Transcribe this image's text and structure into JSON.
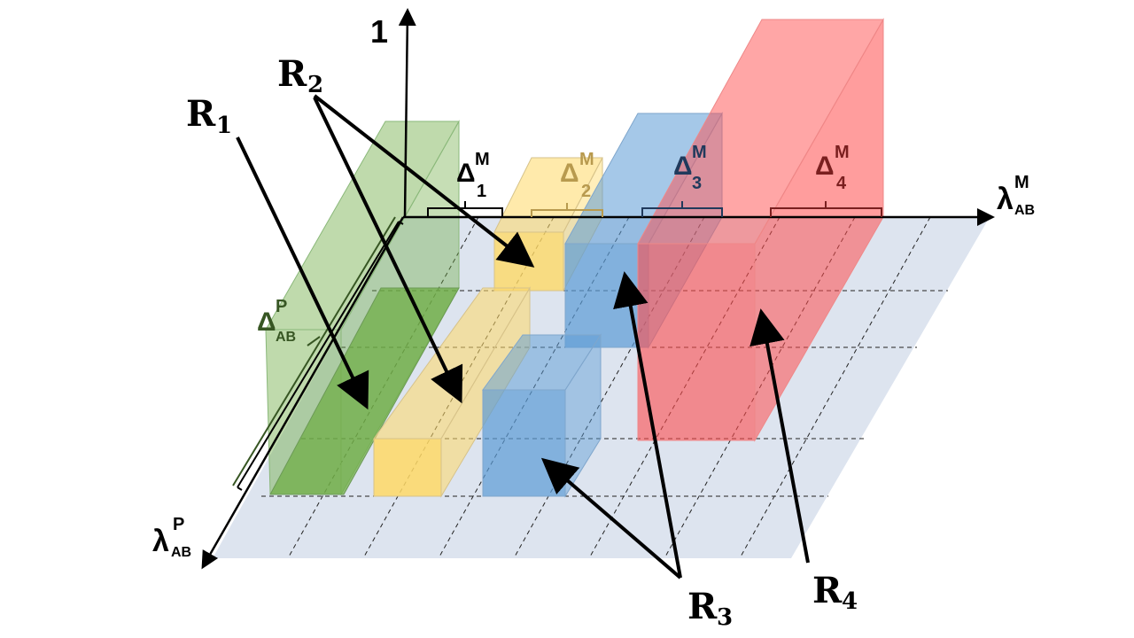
{
  "axes": {
    "vertical": {
      "label": "1"
    },
    "horizontal": {
      "symbol": "λ",
      "sub": "AB",
      "sup": "M"
    },
    "depth": {
      "symbol": "λ",
      "sub": "AB",
      "sup": "P"
    }
  },
  "deltas": {
    "d1": {
      "symbol": "Δ",
      "sub": "1",
      "sup": "M",
      "color": "#000000"
    },
    "d2": {
      "symbol": "Δ",
      "sub": "2",
      "sup": "M",
      "color": "#b89a4e"
    },
    "d3": {
      "symbol": "Δ",
      "sub": "3",
      "sup": "M",
      "color": "#203a5c"
    },
    "d4": {
      "symbol": "Δ",
      "sub": "4",
      "sup": "M",
      "color": "#7a1f1f"
    },
    "dp": {
      "symbol": "Δ",
      "sub": "AB",
      "sup": "P",
      "color": "#375623"
    }
  },
  "regions": {
    "r1": {
      "letter": "R",
      "sub": "1"
    },
    "r2": {
      "letter": "R",
      "sub": "2"
    },
    "r3": {
      "letter": "R",
      "sub": "3"
    },
    "r4": {
      "letter": "R",
      "sub": "4"
    }
  },
  "colors": {
    "green": "#70ad47",
    "yellow": "#ffd966",
    "blue": "#5b9bd5",
    "red": "#ff4d4d",
    "plane": "#dde4ef"
  }
}
